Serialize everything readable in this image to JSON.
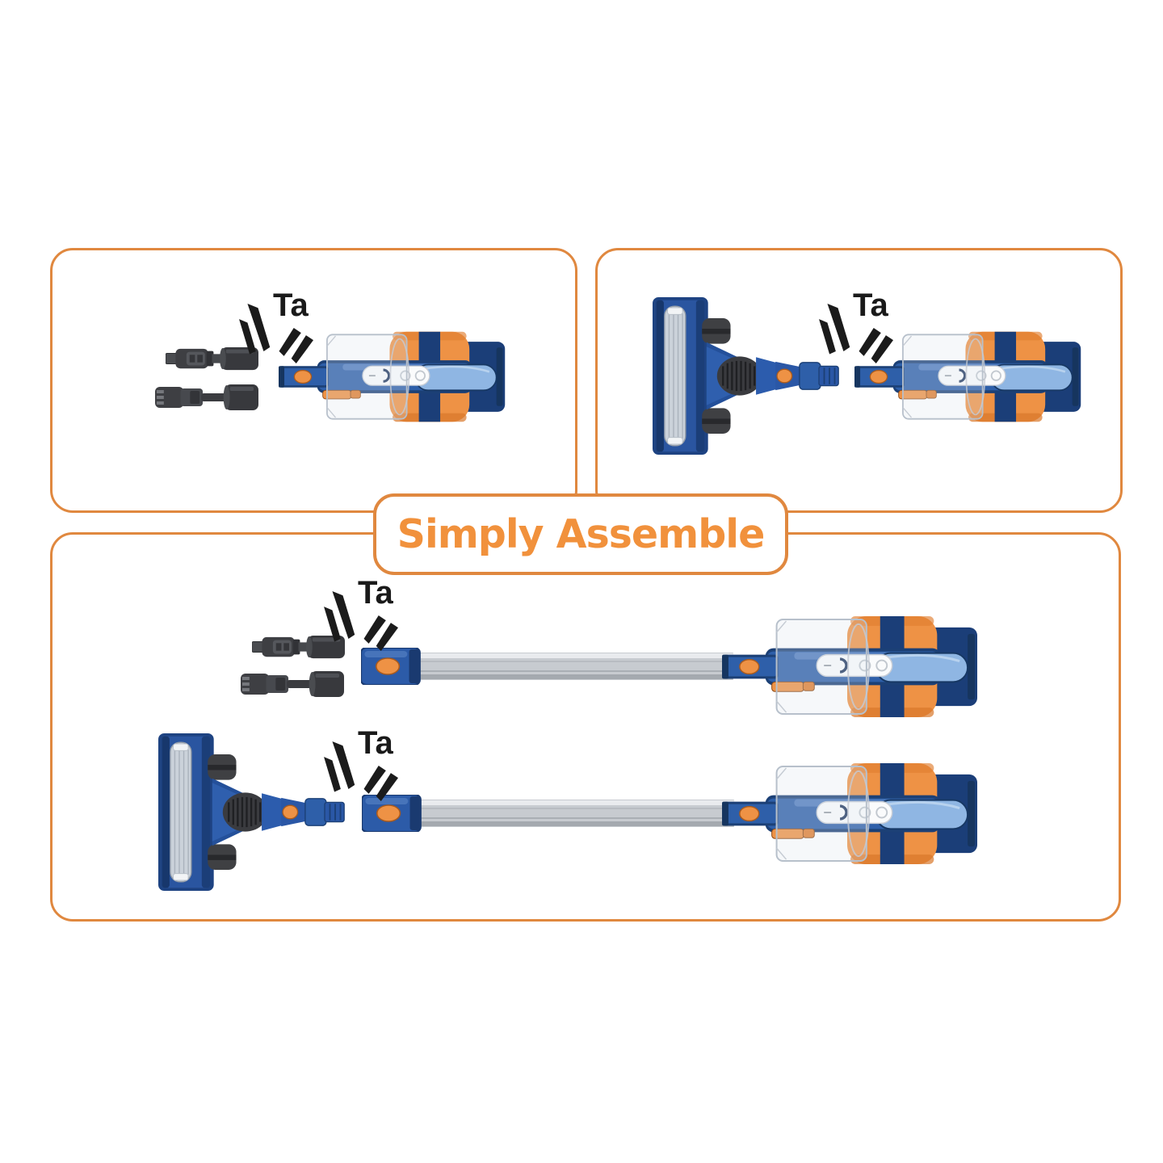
{
  "banner": {
    "label": "Simply Assemble"
  },
  "panels": {
    "top_left": {
      "name": "attach accessory tools to handheld unit",
      "click_label": "Ta",
      "components": [
        "crevice-tool",
        "brush-tool",
        "handheld-vacuum-unit"
      ]
    },
    "top_right": {
      "name": "attach floor brush head to handheld unit",
      "click_label": "Ta",
      "components": [
        "floor-brush-head",
        "handheld-vacuum-unit"
      ]
    },
    "bottom": {
      "name": "assemble with extension tube",
      "rows": [
        {
          "click_label": "Ta",
          "components": [
            "crevice-tool",
            "brush-tool",
            "extension-tube",
            "handheld-vacuum-unit"
          ]
        },
        {
          "click_label": "Ta",
          "components": [
            "floor-brush-head",
            "extension-tube",
            "handheld-vacuum-unit"
          ]
        }
      ]
    }
  },
  "colors": {
    "background": "#FFFFFF",
    "panel_border_orange": "#E0883F",
    "title_orange": "#F1913C",
    "vacuum_navy": "#1C4076",
    "vacuum_blue": "#2E5FA9",
    "vacuum_light_blue": "#8FB6E3",
    "vacuum_orange": "#EE9245",
    "attachment_gray": "#3E3F43",
    "tube_silver": "#C7CBD0",
    "click_mark_black": "#1B1B1B"
  }
}
